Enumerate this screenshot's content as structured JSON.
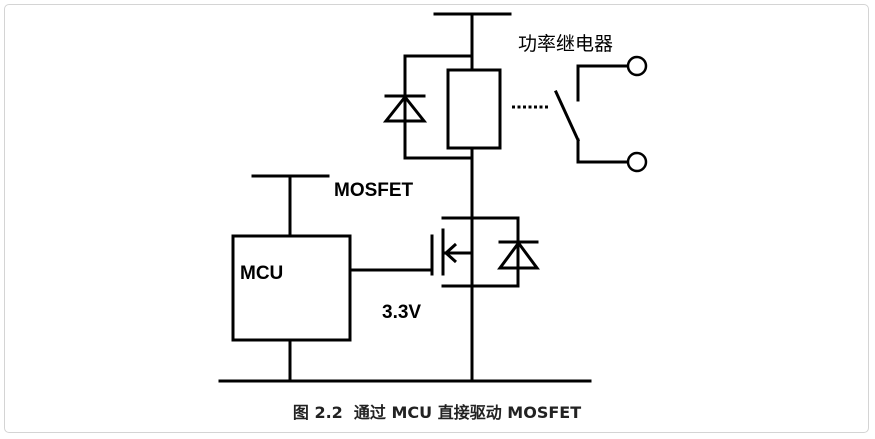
{
  "diagram": {
    "labels": {
      "relay": "功率继电器",
      "mosfet": "MOSFET",
      "mcu": "MCU",
      "voltage": "3.3V"
    },
    "caption": "图 2.2  通过 MCU 直接驱动 MOSFET"
  }
}
